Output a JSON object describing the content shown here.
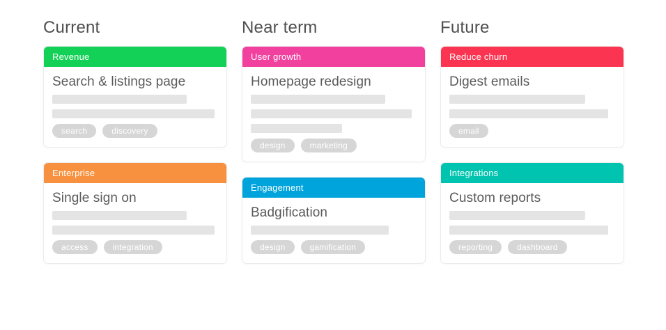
{
  "colors": {
    "page_bg": "#ffffff",
    "heading_text": "#4f4f4f",
    "card_title_text": "#5a5a5a",
    "placeholder_bar": "#e4e4e4",
    "tag_bg": "#d6d6d6",
    "tag_text": "#ffffff"
  },
  "board": {
    "columns": [
      {
        "title": "Current",
        "cards": [
          {
            "category": "Revenue",
            "header_color": "#13d156",
            "title": "Search & listings page",
            "placeholder_bars": [
              81,
              98
            ],
            "tags": [
              "search",
              "discovery"
            ]
          },
          {
            "category": "Enterprise",
            "header_color": "#f7913f",
            "title": "Single sign on",
            "placeholder_bars": [
              81,
              98
            ],
            "tags": [
              "access",
              "integration"
            ]
          }
        ]
      },
      {
        "title": "Near term",
        "cards": [
          {
            "category": "User growth",
            "header_color": "#f2409f",
            "title": "Homepage redesign",
            "placeholder_bars": [
              81,
              97,
              55
            ],
            "tags": [
              "design",
              "marketing"
            ]
          },
          {
            "category": "Engagement",
            "header_color": "#00a4dc",
            "title": "Badgification",
            "placeholder_bars": [
              83
            ],
            "tags": [
              "design",
              "gamification"
            ]
          }
        ]
      },
      {
        "title": "Future",
        "cards": [
          {
            "category": "Reduce churn",
            "header_color": "#fb3551",
            "title": "Digest emails",
            "placeholder_bars": [
              82,
              96
            ],
            "tags": [
              "email"
            ]
          },
          {
            "category": "Integrations",
            "header_color": "#00c4af",
            "title": "Custom reports",
            "placeholder_bars": [
              82,
              96
            ],
            "tags": [
              "reporting",
              "dashboard"
            ]
          }
        ]
      }
    ]
  }
}
